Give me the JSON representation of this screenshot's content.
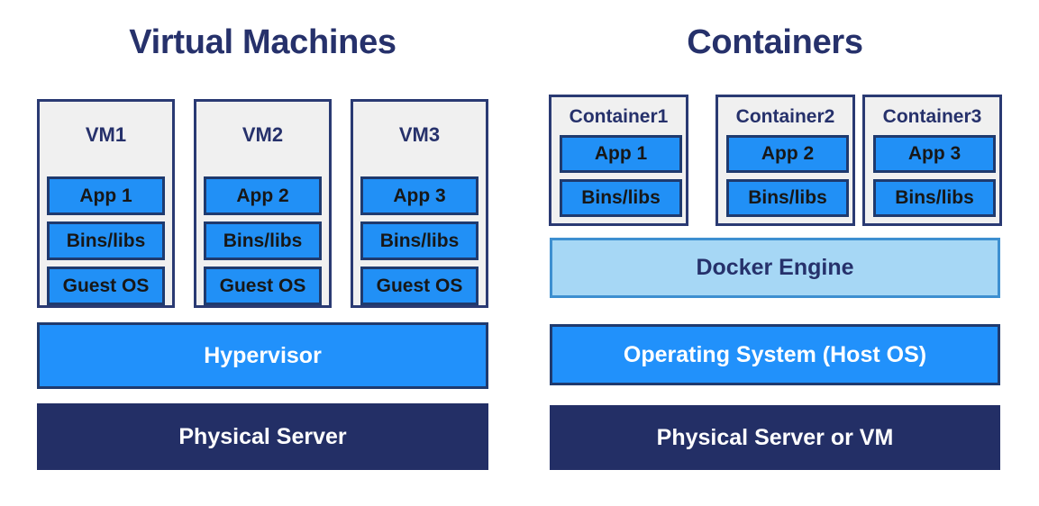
{
  "diagram": {
    "title_left": "Virtual Machines",
    "title_right": "Containers",
    "colors": {
      "title_navy": "#26316b",
      "box_border_navy": "#2a3a73",
      "inner_blue": "#2190f6",
      "bar_blue": "#2191fb",
      "docker_light_blue": "#a6d7f5",
      "docker_border": "#3d8fd0",
      "physical_navy": "#232f66",
      "outer_fill_gray": "#f0f0f0",
      "inner_text": "#171717",
      "bar_text": "#ffffff"
    }
  },
  "vm_panel": {
    "boxes": [
      {
        "label": "VM1",
        "layers": [
          "App 1",
          "Bins/libs",
          "Guest OS"
        ]
      },
      {
        "label": "VM2",
        "layers": [
          "App 2",
          "Bins/libs",
          "Guest OS"
        ]
      },
      {
        "label": "VM3",
        "layers": [
          "App 3",
          "Bins/libs",
          "Guest OS"
        ]
      }
    ],
    "bars": [
      {
        "label": "Hypervisor"
      },
      {
        "label": "Physical Server"
      }
    ]
  },
  "container_panel": {
    "boxes": [
      {
        "label": "Container1",
        "layers": [
          "App 1",
          "Bins/libs"
        ]
      },
      {
        "label": "Container2",
        "layers": [
          "App 2",
          "Bins/libs"
        ]
      },
      {
        "label": "Container3",
        "layers": [
          "App 3",
          "Bins/libs"
        ]
      }
    ],
    "bars": [
      {
        "label": "Docker Engine"
      },
      {
        "label": "Operating System (Host OS)"
      },
      {
        "label": "Physical Server or VM"
      }
    ]
  }
}
